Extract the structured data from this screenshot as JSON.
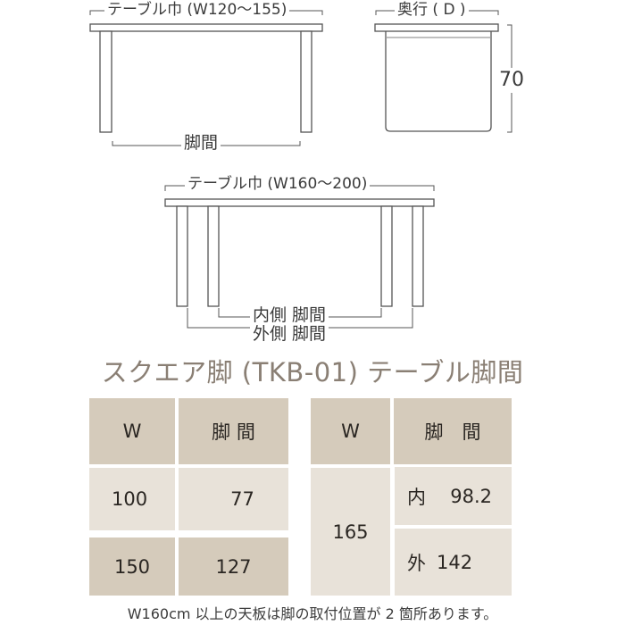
{
  "diagrams": {
    "small_table": {
      "width_label": "テーブル巾 (W120〜155)",
      "leg_span_label": "脚間"
    },
    "side_view": {
      "depth_label": "奥行 ( D )",
      "height_label": "70"
    },
    "large_table": {
      "width_label": "テーブル巾 (W160〜200)",
      "inner_span_label": "内側 脚間",
      "outer_span_label": "外側 脚間"
    }
  },
  "title": "スクエア脚 (TKB-01) テーブル脚間",
  "table_left": {
    "headers": [
      "W",
      "脚 間"
    ],
    "rows": [
      {
        "w": "100",
        "span": "77"
      },
      {
        "w": "150",
        "span": "127"
      }
    ]
  },
  "table_right": {
    "headers": [
      "W",
      "脚　間"
    ],
    "w": "165",
    "rows": [
      {
        "label": "内",
        "value": "98.2"
      },
      {
        "label": "外",
        "value": "142"
      }
    ]
  },
  "note": "W160cm 以上の天板は脚の取付位置が 2 箇所あります。",
  "colors": {
    "header_bg": "#d5cbbb",
    "body_light_bg": "#e8e2d9",
    "title_color": "#8a7f74",
    "line_color": "#555555"
  }
}
